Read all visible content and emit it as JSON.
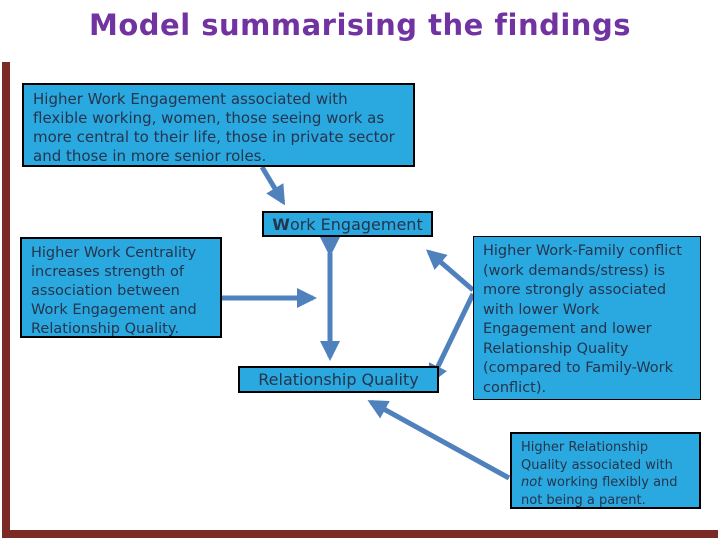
{
  "title": "Model summarising the findings",
  "colors": {
    "accent_purple": "#7233A2",
    "box_fill": "#29A9DF",
    "arrow": "#4F81BD",
    "frame_maroon": "#7B2B27",
    "text_dark": "#26344E"
  },
  "boxes": {
    "top": {
      "text": "Higher Work Engagement associated with flexible working, women, those seeing work as more central to their life, those in private sector and those in more senior roles."
    },
    "work_engagement_label": "Work Engagement",
    "relationship_quality_label": "Relationship Quality",
    "left": {
      "text": "Higher Work Centrality increases strength of association between Work Engagement and Relationship Quality."
    },
    "right": {
      "text": "Higher Work-Family conflict (work demands/stress) is more strongly associated with lower Work Engagement and lower Relationship Quality (compared to Family-Work conflict)."
    },
    "bottom_right": {
      "text_before": "Higher Relationship Quality associated with ",
      "italic_word": "not",
      "text_after": " working flexibly and not being a parent."
    }
  }
}
